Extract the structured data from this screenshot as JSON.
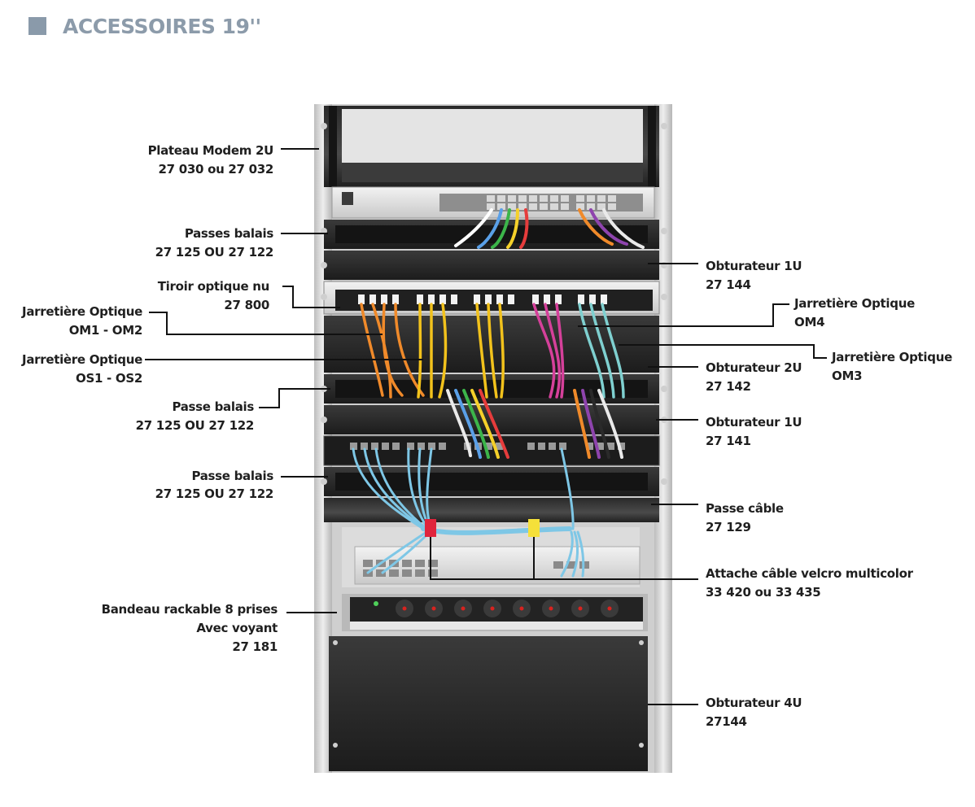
{
  "header": {
    "title": "ACCESSOIRES 19''",
    "accent_color": "#8a9aaa"
  },
  "labels": {
    "plateau_modem": {
      "name": "Plateau Modem  2U",
      "ref": "27 030 ou 27 032"
    },
    "passes_balais_top": {
      "name": "Passes balais",
      "ref": "27 125 OU 27 122"
    },
    "obturateur_1u_a": {
      "name": "Obturateur 1U",
      "ref": "27 144"
    },
    "tiroir_optique": {
      "name": "Tiroir optique nu",
      "ref": "27 800"
    },
    "jarretiere_om1": {
      "name": "Jarretière Optique",
      "ref": "OM1 - OM2"
    },
    "jarretiere_om4": {
      "name": "Jarretière Optique",
      "ref": "OM4"
    },
    "jarretiere_os": {
      "name": "Jarretière Optique",
      "ref": "OS1 - OS2"
    },
    "jarretiere_om3": {
      "name": "Jarretière Optique",
      "ref": "OM3"
    },
    "obturateur_2u": {
      "name": "Obturateur 2U",
      "ref": "27 142"
    },
    "passe_balais_mid": {
      "name": "Passe balais",
      "ref": "27 125 OU 27 122"
    },
    "obturateur_1u_b": {
      "name": "Obturateur 1U",
      "ref": "27 141"
    },
    "passe_balais_low": {
      "name": "Passe balais",
      "ref": "27 125 OU 27 122"
    },
    "passe_cable": {
      "name": "Passe câble",
      "ref": "27 129"
    },
    "attache_cable": {
      "name": "Attache câble velcro multicolor",
      "ref": "33 420 ou 33 435"
    },
    "bandeau": {
      "name": "Bandeau rackable 8 prises",
      "line2": "Avec voyant",
      "ref": "27 181"
    },
    "obturateur_4u": {
      "name": "Obturateur 4U",
      "ref": "27144"
    }
  },
  "colors": {
    "rack_frame": "#d6d6d6",
    "panel_dark": "#2a2a2a",
    "cable_orange": "#f08a2a",
    "cable_yellow": "#f2c21c",
    "cable_pink": "#d5409a",
    "cable_aqua": "#7fd0d0",
    "cable_blue": "#7ec7e6",
    "velcro_red": "#e0243c",
    "velcro_yellow": "#f5e03a"
  }
}
